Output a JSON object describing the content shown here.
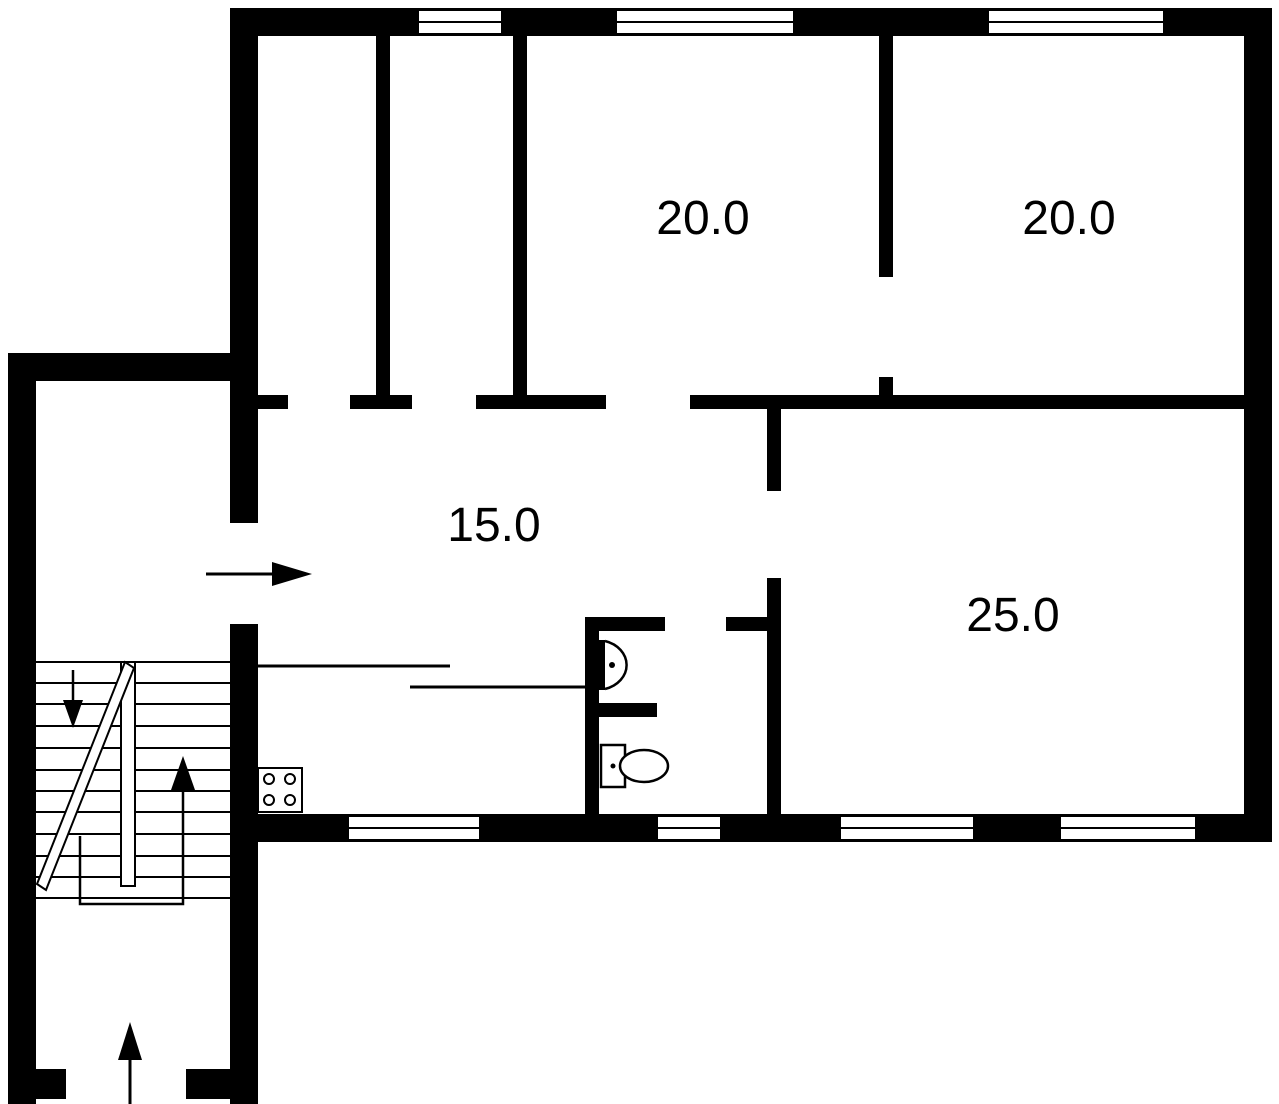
{
  "plan": {
    "rooms": [
      {
        "id": "room-top-middle",
        "area": "20.0"
      },
      {
        "id": "room-top-right",
        "area": "20.0"
      },
      {
        "id": "hall",
        "area": "15.0"
      },
      {
        "id": "room-bottom-right",
        "area": "25.0"
      }
    ]
  },
  "colors": {
    "wall": "#000000",
    "background": "#ffffff",
    "window": "#ffffff"
  },
  "icons": [
    "entry-arrow-icon",
    "stair-arrow-icon",
    "stove-icon",
    "sink-icon",
    "toilet-icon"
  ]
}
